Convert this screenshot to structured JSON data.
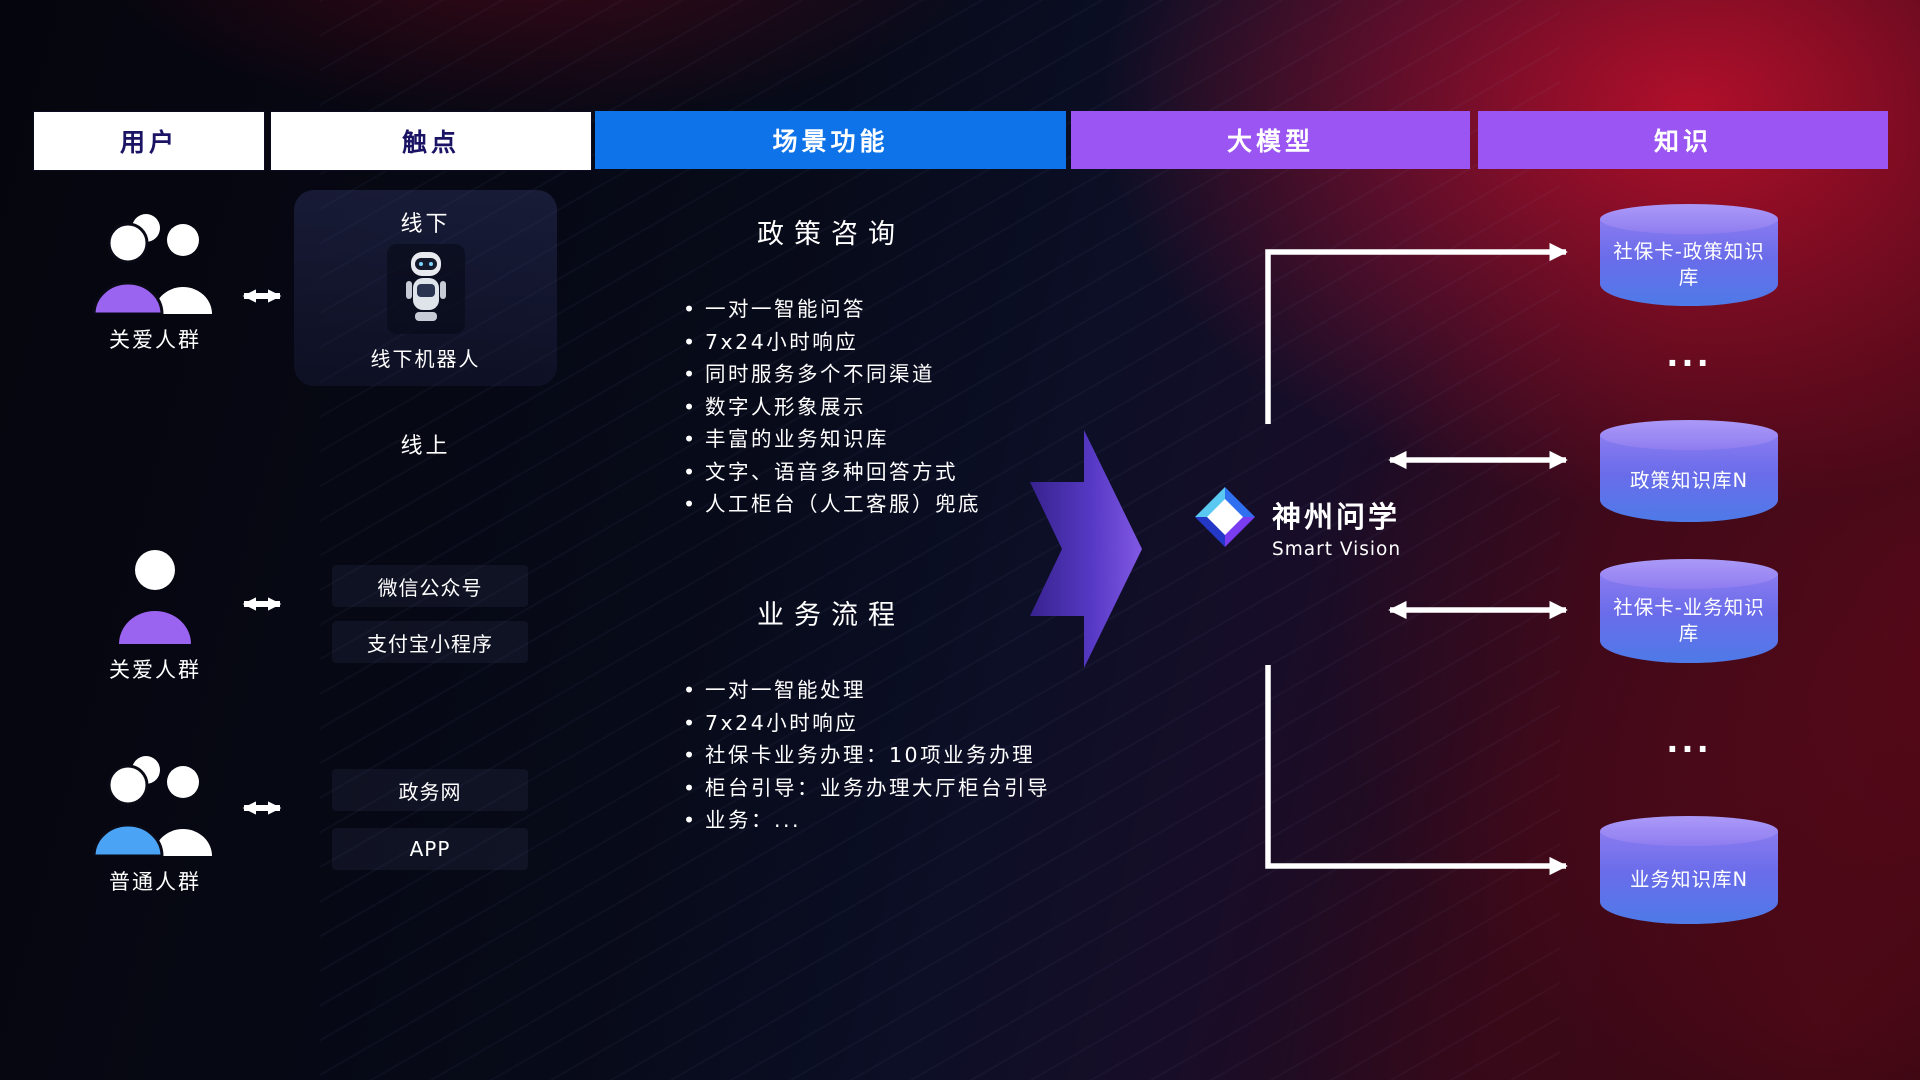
{
  "headers": [
    {
      "label": "用户"
    },
    {
      "label": "触点"
    },
    {
      "label": "场景功能"
    },
    {
      "label": "大模型"
    },
    {
      "label": "知识"
    }
  ],
  "users": [
    {
      "label": "关爱人群",
      "icon": "people-group-purple-icon"
    },
    {
      "label": "关爱人群",
      "icon": "person-purple-icon"
    },
    {
      "label": "普通人群",
      "icon": "people-group-blue-icon"
    }
  ],
  "touchpoints": {
    "offline": {
      "title": "线下",
      "device": "线下机器人",
      "icon": "robot-icon"
    },
    "online_title": "线上",
    "channels": [
      "微信公众号",
      "支付宝小程序",
      "政务网",
      "APP"
    ]
  },
  "scenarios": [
    {
      "title": "政策咨询",
      "items": [
        "一对一智能问答",
        "7x24小时响应",
        "同时服务多个不同渠道",
        "数字人形象展示",
        "丰富的业务知识库",
        "文字、语音多种回答方式",
        "人工柜台（人工客服）兜底"
      ]
    },
    {
      "title": "业务流程",
      "items": [
        "一对一智能处理",
        "7x24小时响应",
        "社保卡业务办理：10项业务办理",
        "柜台引导：业务办理大厅柜台引导",
        "业务：..."
      ]
    }
  ],
  "model": {
    "name": "神州问学",
    "subtitle": "Smart Vision",
    "icon": "diamond-logo-icon"
  },
  "knowledge": {
    "items": [
      {
        "kind": "db",
        "label": "社保卡-政策知识库"
      },
      {
        "kind": "ellipsis",
        "label": "..."
      },
      {
        "kind": "db",
        "label": "政策知识库N"
      },
      {
        "kind": "db",
        "label": "社保卡-业务知识库"
      },
      {
        "kind": "ellipsis",
        "label": "..."
      },
      {
        "kind": "db",
        "label": "业务知识库N"
      }
    ]
  },
  "colors": {
    "header_active_blue": "#0e72e8",
    "header_purple": "#9a55f2",
    "header_inactive_text": "#1b1464",
    "accent_purple": "#9a63f0",
    "accent_blue": "#4aa3f5",
    "flow_arrow_purple": "#5b3cd0",
    "db_gradient_top": "#ab99f8",
    "db_gradient_bottom": "#4e7ae8",
    "connector_white": "#ffffff",
    "bg_red": "#8a1020",
    "bg_navy": "#0c0f26"
  }
}
